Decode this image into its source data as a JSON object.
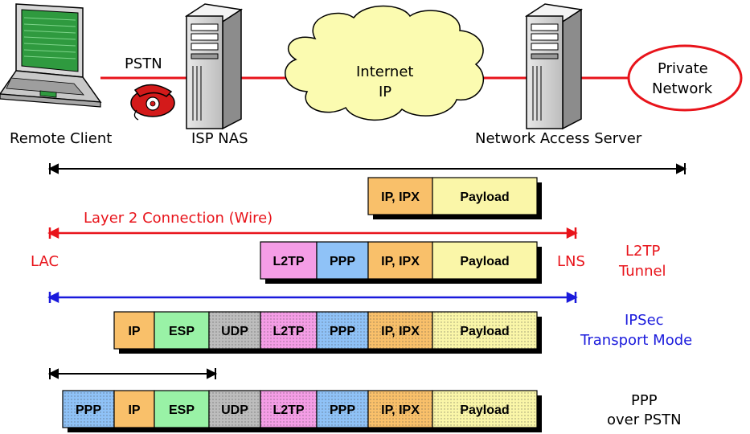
{
  "labels": {
    "pstn": "PSTN",
    "remote_client": "Remote Client",
    "isp_nas": "ISP NAS",
    "internet_line1": "Internet",
    "internet_line2": "IP",
    "network_access_server": "Network Access Server",
    "private_line1": "Private",
    "private_line2": "Network",
    "layer2_connection": "Layer 2 Connection (Wire)",
    "lac": "LAC",
    "lns": "LNS",
    "l2tp_tunnel_line1": "L2TP",
    "l2tp_tunnel_line2": "Tunnel",
    "ipsec_line1": "IPSec",
    "ipsec_line2": "Transport Mode",
    "ppp_pstn_line1": "PPP",
    "ppp_pstn_line2": "over PSTN"
  },
  "colors": {
    "ip": "#f9c06a",
    "esp": "#99f2a6",
    "udp": "#bdbdbd",
    "l2tp": "#f59de6",
    "ppp": "#8fc2f7",
    "ipipx": "#f9c06a",
    "payload": "#faf6a8",
    "red": "#e8141b",
    "blue": "#1a1adc"
  },
  "stacks": [
    {
      "cells": [
        "IP, IPX",
        "Payload"
      ]
    },
    {
      "cells": [
        "L2TP",
        "PPP",
        "IP, IPX",
        "Payload"
      ]
    },
    {
      "cells": [
        "IP",
        "ESP",
        "UDP",
        "L2TP",
        "PPP",
        "IP, IPX",
        "Payload"
      ]
    },
    {
      "cells": [
        "PPP",
        "IP",
        "ESP",
        "UDP",
        "L2TP",
        "PPP",
        "IP, IPX",
        "Payload"
      ]
    }
  ]
}
